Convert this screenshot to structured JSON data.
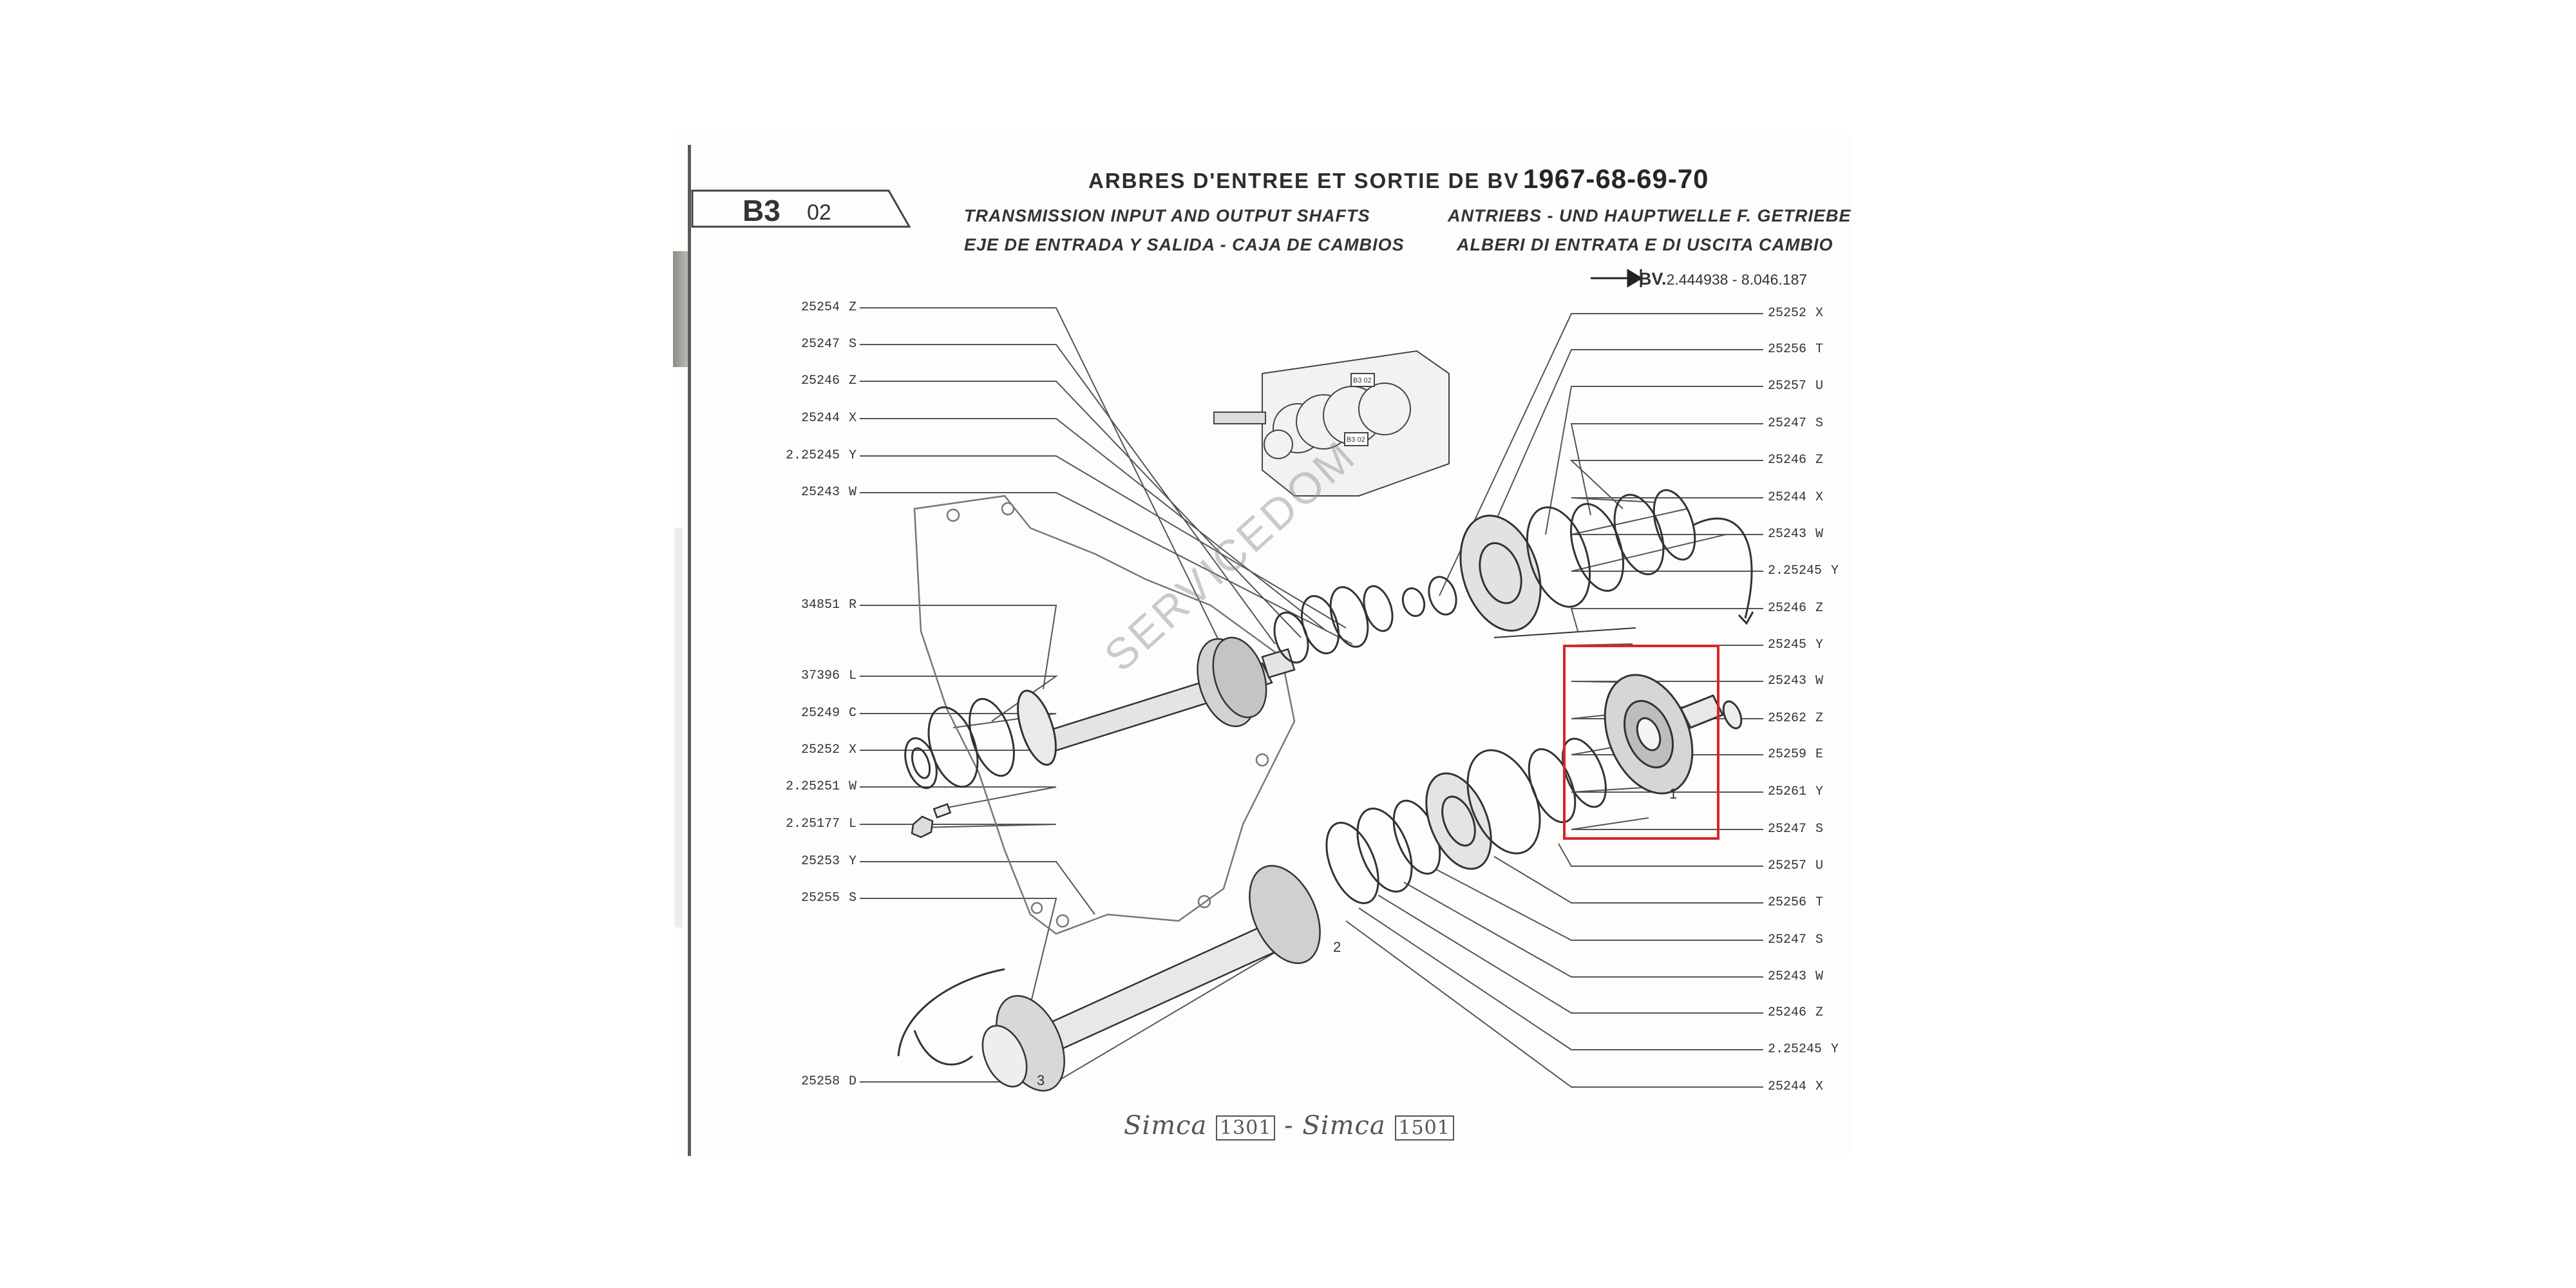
{
  "page_code": {
    "main": "B3",
    "sub": "02"
  },
  "title": {
    "fr": "ARBRES D'ENTREE ET SORTIE DE BV",
    "years": "1967-68-69-70",
    "en": "TRANSMISSION INPUT AND OUTPUT SHAFTS",
    "de": "ANTRIEBS - UND HAUPTWELLE F. GETRIEBE",
    "es": "EJE DE ENTRADA Y SALIDA - CAJA DE CAMBIOS",
    "it": "ALBERI DI ENTRATA E DI USCITA CAMBIO"
  },
  "serial": {
    "prefix": "BV.",
    "range": "2.444938 - 8.046.187"
  },
  "watermark": "SERVICEDOM",
  "footer": {
    "brand_left": "Simca",
    "model_left": "1301",
    "sep": "-",
    "brand_right": "Simca",
    "model_right": "1501"
  },
  "left_labels": [
    {
      "prefix": "",
      "num": "25254",
      "code": "Z"
    },
    {
      "prefix": "",
      "num": "25247",
      "code": "S"
    },
    {
      "prefix": "",
      "num": "25246",
      "code": "Z"
    },
    {
      "prefix": "",
      "num": "25244",
      "code": "X"
    },
    {
      "prefix": "2.",
      "num": "25245",
      "code": "Y"
    },
    {
      "prefix": "",
      "num": "25243",
      "code": "W"
    },
    {
      "prefix": "",
      "num": "34851",
      "code": "R"
    },
    {
      "prefix": "",
      "num": "37396",
      "code": "L"
    },
    {
      "prefix": "",
      "num": "25249",
      "code": "C"
    },
    {
      "prefix": "",
      "num": "25252",
      "code": "X"
    },
    {
      "prefix": "2.",
      "num": "25251",
      "code": "W"
    },
    {
      "prefix": "2.",
      "num": "25177",
      "code": "L"
    },
    {
      "prefix": "",
      "num": "25253",
      "code": "Y"
    },
    {
      "prefix": "",
      "num": "25255",
      "code": "S"
    },
    {
      "prefix": "",
      "num": "25258",
      "code": "D"
    }
  ],
  "right_labels": [
    {
      "prefix": "",
      "num": "25252",
      "code": "X"
    },
    {
      "prefix": "",
      "num": "25256",
      "code": "T"
    },
    {
      "prefix": "",
      "num": "25257",
      "code": "U"
    },
    {
      "prefix": "",
      "num": "25247",
      "code": "S"
    },
    {
      "prefix": "",
      "num": "25246",
      "code": "Z"
    },
    {
      "prefix": "",
      "num": "25244",
      "code": "X"
    },
    {
      "prefix": "",
      "num": "25243",
      "code": "W"
    },
    {
      "prefix": "2.",
      "num": "25245",
      "code": "Y"
    },
    {
      "prefix": "",
      "num": "25246",
      "code": "Z"
    },
    {
      "prefix": "",
      "num": "25245",
      "code": "Y"
    },
    {
      "prefix": "",
      "num": "25243",
      "code": "W"
    },
    {
      "prefix": "",
      "num": "25262",
      "code": "Z"
    },
    {
      "prefix": "",
      "num": "25259",
      "code": "E"
    },
    {
      "prefix": "",
      "num": "25261",
      "code": "Y"
    },
    {
      "prefix": "",
      "num": "25247",
      "code": "S"
    },
    {
      "prefix": "",
      "num": "25257",
      "code": "U"
    },
    {
      "prefix": "",
      "num": "25256",
      "code": "T"
    },
    {
      "prefix": "",
      "num": "25247",
      "code": "S"
    },
    {
      "prefix": "",
      "num": "25243",
      "code": "W"
    },
    {
      "prefix": "",
      "num": "25246",
      "code": "Z"
    },
    {
      "prefix": "2.",
      "num": "25245",
      "code": "Y"
    },
    {
      "prefix": "",
      "num": "25244",
      "code": "X"
    }
  ],
  "callouts": {
    "c1": "1",
    "c2": "2",
    "c3": "3"
  },
  "inset_tags": {
    "a": "B3 02",
    "b": "B3 02"
  },
  "colors": {
    "highlight": "#d6262a",
    "ink": "#2a2a2a",
    "paper": "#fdfdfb"
  }
}
